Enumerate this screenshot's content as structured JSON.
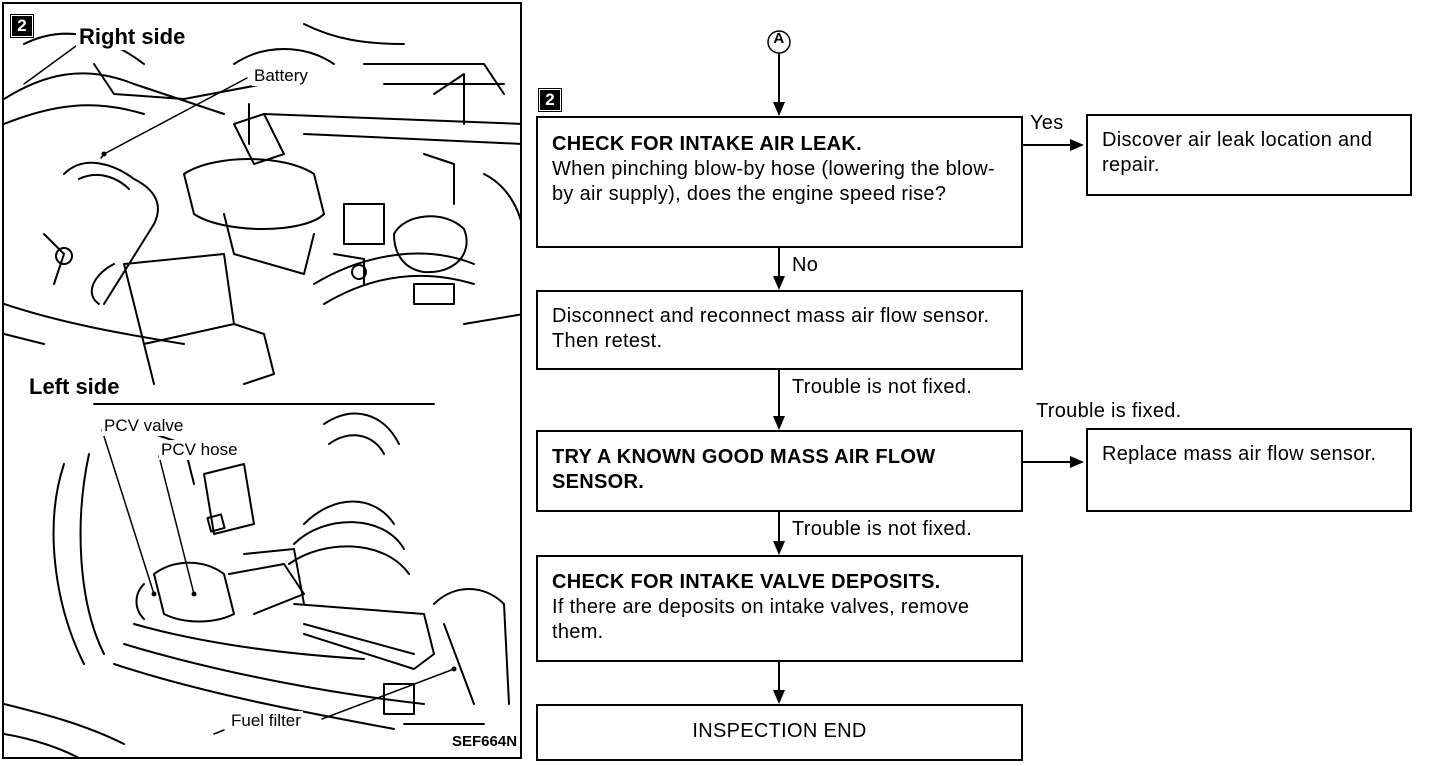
{
  "illustration": {
    "badge": "2",
    "right_side": "Right side",
    "left_side": "Left side",
    "battery": "Battery",
    "pcv_valve": "PCV valve",
    "pcv_hose": "PCV hose",
    "fuel_filter": "Fuel filter",
    "code": "SEF664N"
  },
  "flow": {
    "connector": "A",
    "badge": "2",
    "step1": {
      "title": "CHECK FOR INTAKE AIR LEAK.",
      "body": "When pinching blow-by hose (lowering the blow-by air supply), does the engine speed rise?"
    },
    "yes_label": "Yes",
    "yes_result": "Discover air leak location and repair.",
    "no_label": "No",
    "step2": "Disconnect and reconnect mass air flow sensor. Then retest.",
    "not_fixed_1": "Trouble is not fixed.",
    "fixed_label": "Trouble is fixed.",
    "step3": {
      "title": "TRY A KNOWN GOOD MASS AIR FLOW SENSOR."
    },
    "replace_result": "Replace mass air flow sensor.",
    "not_fixed_2": "Trouble is not fixed.",
    "step4": {
      "title": "CHECK FOR INTAKE VALVE DEPOSITS.",
      "body": "If there are deposits on intake valves, remove them."
    },
    "end": "INSPECTION END"
  }
}
